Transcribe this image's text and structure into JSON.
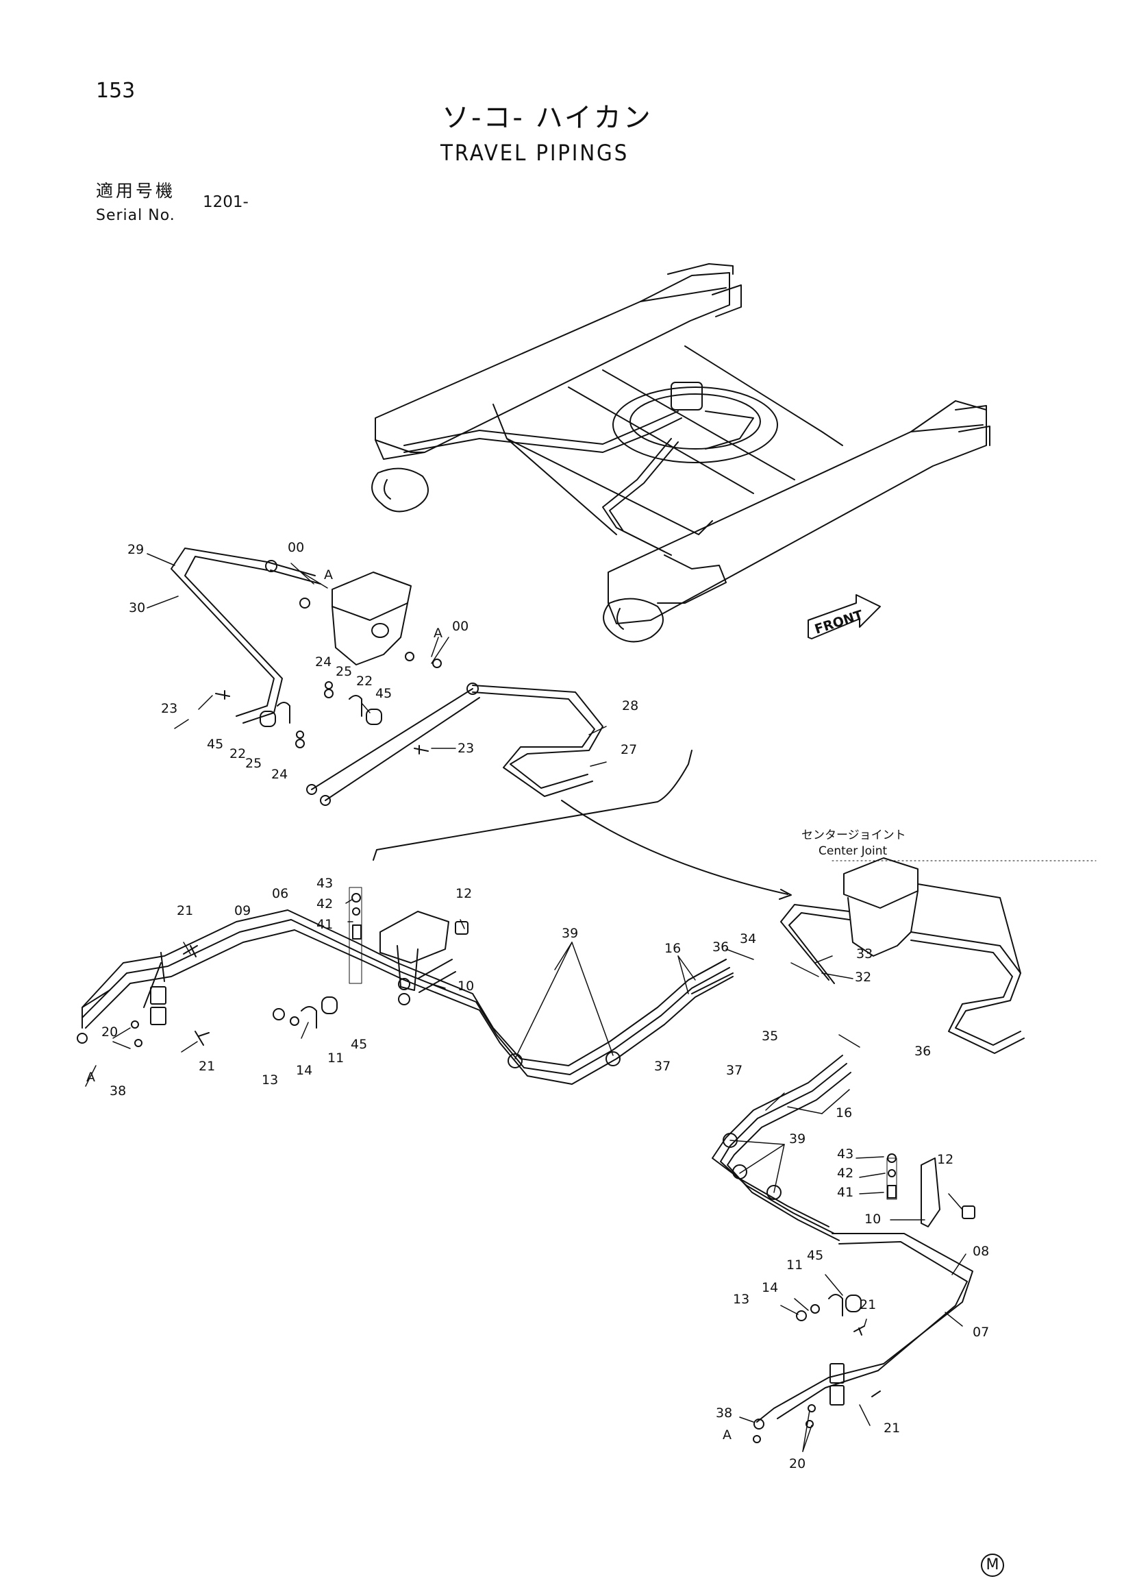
{
  "header": {
    "page_number": "153",
    "title_jp": "ソ-コ- ハイカン",
    "title_en": "TRAVEL PIPINGS",
    "serial_label_jp": "適用号機",
    "serial_label_en": "Serial No.",
    "serial_value": "1201-"
  },
  "labels": {
    "center_joint_jp": "センタージョイント",
    "center_joint_en": "Center Joint",
    "front_arrow": "FRONT",
    "maker_mark": "M"
  },
  "callouts": [
    "29",
    "30",
    "00",
    "A",
    "00",
    "A",
    "24",
    "25",
    "22",
    "45",
    "23",
    "45",
    "22",
    "25",
    "24",
    "23",
    "28",
    "27",
    "43",
    "42",
    "41",
    "12",
    "10",
    "21",
    "09",
    "06",
    "20",
    "21",
    "A",
    "38",
    "13",
    "14",
    "11",
    "45",
    "16",
    "39",
    "36",
    "34",
    "33",
    "32",
    "35",
    "36",
    "37",
    "37",
    "16",
    "39",
    "43",
    "42",
    "41",
    "12",
    "10",
    "11",
    "45",
    "14",
    "13",
    "08",
    "07",
    "21",
    "38",
    "A",
    "20",
    "21"
  ]
}
